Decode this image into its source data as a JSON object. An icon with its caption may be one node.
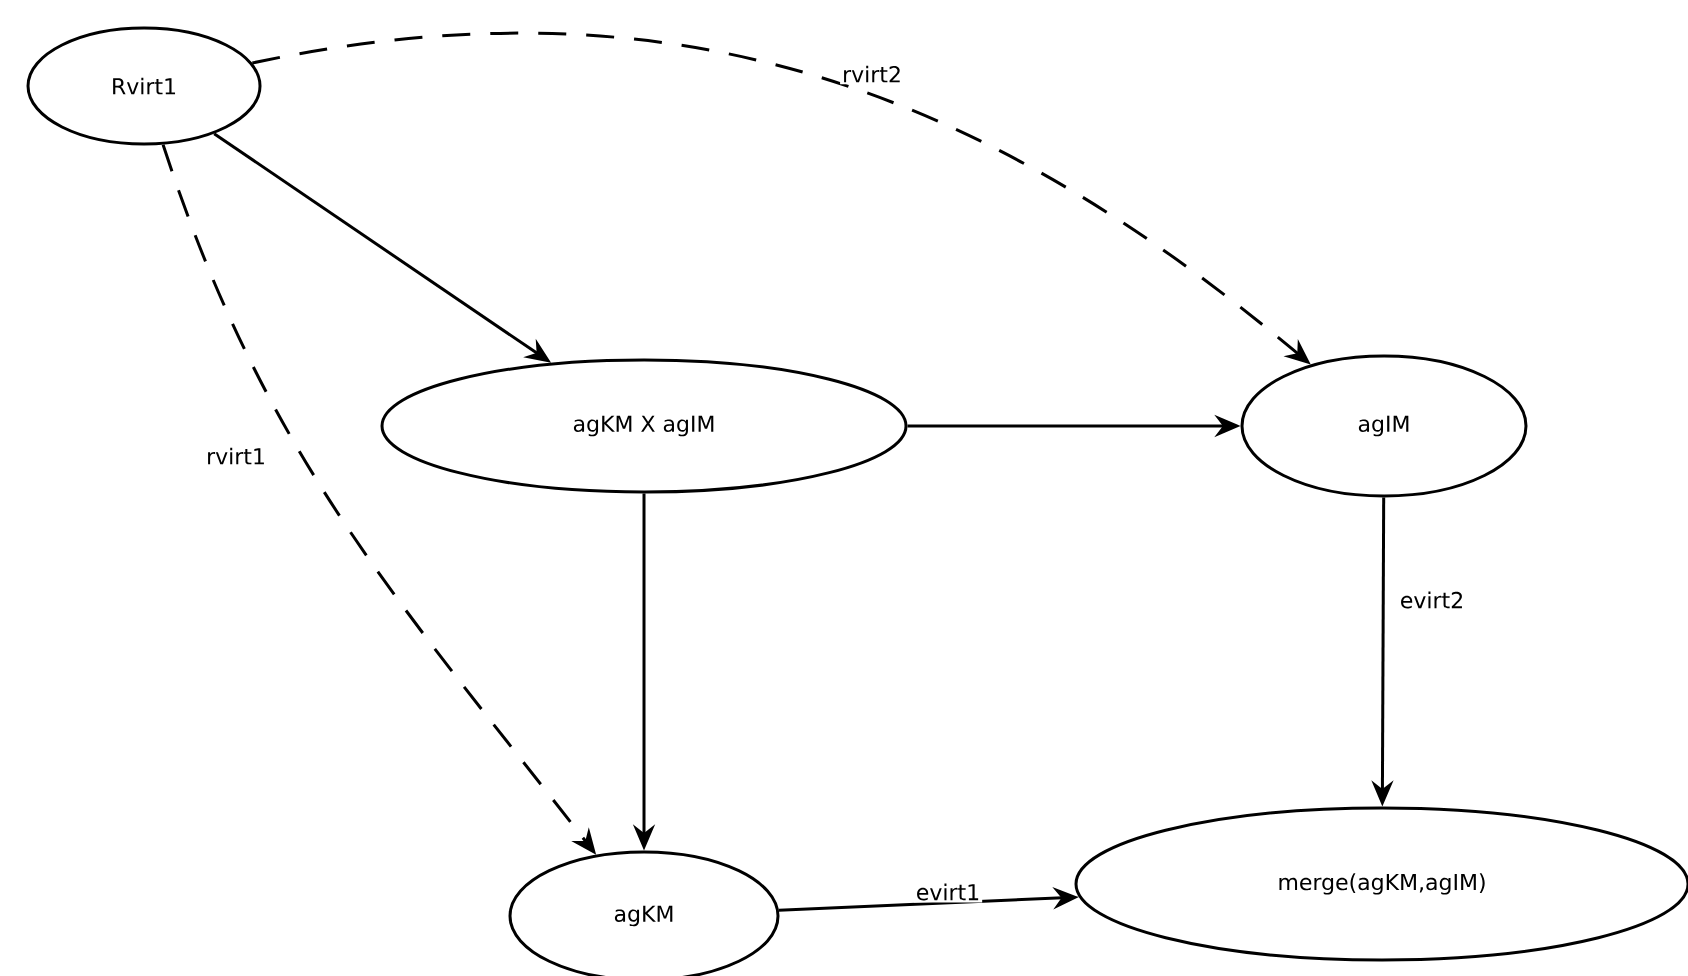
{
  "diagram": {
    "nodes": [
      {
        "text": [
          "Rvirt1"
        ]
      },
      {
        "text": [
          "agKM X agIM"
        ]
      },
      {
        "text": [
          "agIM"
        ]
      },
      {
        "text": [
          "agKM"
        ]
      },
      {
        "text": [
          "merge(agKM,agIM)"
        ]
      }
    ],
    "edges": [
      {
        "from": 0,
        "to": 1,
        "arrow": "to"
      },
      {
        "from": 0,
        "to": 2,
        "arrow": "to",
        "style": "dashed",
        "label": "rvirt2"
      },
      {
        "from": 0,
        "to": 3,
        "arrow": "to",
        "style": "dashed",
        "label": "rvirt1"
      },
      {
        "from": 1,
        "to": 2,
        "arrow": "to"
      },
      {
        "from": 1,
        "to": 3,
        "arrow": "to"
      },
      {
        "from": 2,
        "to": 4,
        "arrow": "to",
        "label": "evirt2"
      },
      {
        "from": 3,
        "to": 4,
        "arrow": "to",
        "label": "evirt1"
      }
    ]
  }
}
